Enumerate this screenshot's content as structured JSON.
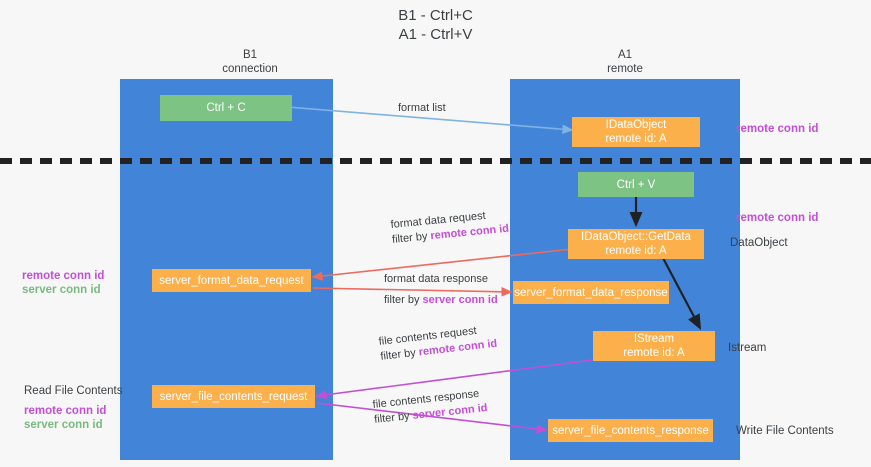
{
  "title": {
    "line1": "B1 - Ctrl+C",
    "line2": "A1 - Ctrl+V"
  },
  "columns": [
    {
      "name": "B1",
      "role": "connection"
    },
    {
      "name": "A1",
      "role": "remote"
    }
  ],
  "colors": {
    "lane": "#4285d8",
    "green_box": "#7dc383",
    "orange_box": "#fbb04c",
    "remote_conn_id": "#c24fd4",
    "server_conn_id": "#79bb7f",
    "arrow_blue": "#7fb2e5",
    "arrow_red": "#ec6a5e",
    "arrow_magenta": "#c24fd4",
    "arrow_black": "#202124",
    "divider": "#222222",
    "page_bg": "#f7f7f7"
  },
  "nodes": {
    "ctrl_c": {
      "label": "Ctrl + C"
    },
    "ctrl_v": {
      "label": "Ctrl + V"
    },
    "idataobject_top": {
      "line1": "IDataObject",
      "line2": "remote id: A"
    },
    "idataobject_getdata": {
      "line1": "IDataObject::GetData",
      "line2": "remote id: A"
    },
    "istream": {
      "line1": "IStream",
      "line2": "remote id: A"
    },
    "server_format_data_request": {
      "label": "server_format_data_request"
    },
    "server_format_data_response": {
      "label": "server_format_data_response"
    },
    "server_file_contents_request": {
      "label": "server_file_contents_request"
    },
    "server_file_contents_response": {
      "label": "server_file_contents_response"
    }
  },
  "edges": {
    "format_list": {
      "label": "format list"
    },
    "format_data_request": {
      "line1": "format data request",
      "filter_prefix": "filter by ",
      "filter_key": "remote conn id"
    },
    "format_data_response": {
      "line1": "format data response",
      "filter_prefix": "filter by ",
      "filter_key": "server conn id"
    },
    "file_contents_request": {
      "line1": "file contents request",
      "filter_prefix": "filter by ",
      "filter_key": "remote conn id"
    },
    "file_contents_response": {
      "line1": "file contents response",
      "filter_prefix": "filter by ",
      "filter_key": "server conn id"
    }
  },
  "annotations": {
    "right_remote_conn_id_top": "remote conn id",
    "right_remote_conn_id_mid": "remote conn id",
    "right_dataobject": "DataObject",
    "right_istream": "Istream",
    "right_write_file_contents": "Write File Contents",
    "left_remote_conn_id_mid": "remote conn id",
    "left_server_conn_id_mid": "server conn id",
    "left_read_file_contents": "Read File Contents",
    "left_remote_conn_id_bottom": "remote conn id",
    "left_server_conn_id_bottom": "server conn id"
  }
}
